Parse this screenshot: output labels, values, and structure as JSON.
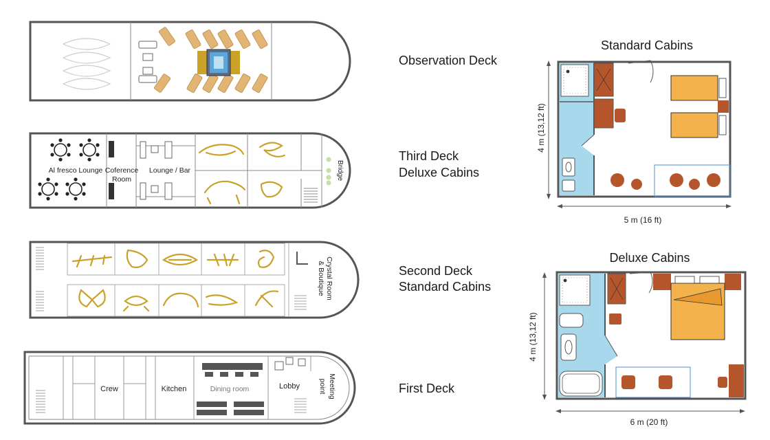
{
  "decks": {
    "observation": {
      "name": "Observation Deck"
    },
    "third": {
      "name_line1": "Third Deck",
      "name_line2": "Deluxe Cabins",
      "alfresco": "Al fresco Lounge",
      "conference_line1": "Coference",
      "conference_line2": "Room",
      "lounge": "Lounge / Bar",
      "bridge": "Bridge"
    },
    "second": {
      "name_line1": "Second Deck",
      "name_line2": "Standard Cabins",
      "crystal_line1": "Crystal Room",
      "crystal_line2": "& Boutique"
    },
    "first": {
      "name": "First Deck",
      "crew": "Crew",
      "kitchen": "Kitchen",
      "dining": "Dining room",
      "lobby": "Lobby",
      "meeting_line1": "Meeting",
      "meeting_line2": "point"
    }
  },
  "cabins": {
    "standard": {
      "title": "Standard Cabins",
      "width_label": "5 m (16 ft)",
      "depth_label": "4 m (13,12 ft)"
    },
    "deluxe": {
      "title": "Deluxe Cabins",
      "width_label": "6  m (20 ft)",
      "depth_label": "4  m (13,12 ft)"
    }
  },
  "colors": {
    "hull": "#555555",
    "wet": "#a8d8ec",
    "bed": "#f4b24c",
    "wood": "#b5552b",
    "gold": "#c9a227",
    "lounger": "#e3b574",
    "pool": "#5aa6d8",
    "grass": "#c5e0a8",
    "dimension": "#555555"
  }
}
